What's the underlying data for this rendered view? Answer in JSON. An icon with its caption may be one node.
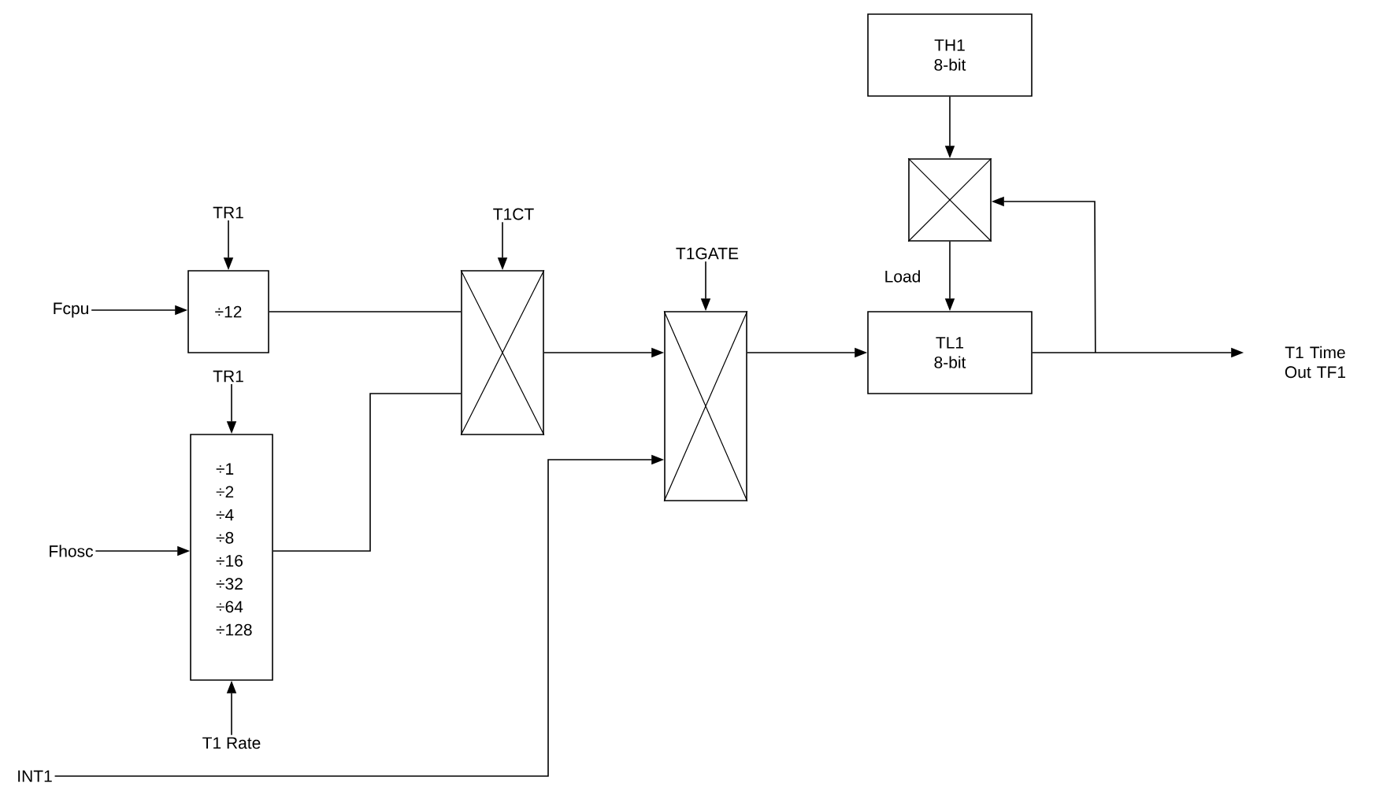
{
  "diagram": {
    "nodes": [
      {
        "text": [
          "Fcpu"
        ]
      },
      {
        "text": [
          "TR1"
        ]
      },
      {
        "text": [
          "÷12"
        ]
      },
      {
        "text": [
          "TR1"
        ]
      },
      {
        "text": [
          "÷1 ÷2 ÷4 ÷8 ÷16 ÷32 ÷64 ÷128"
        ]
      },
      {
        "text": [
          "Fhosc"
        ]
      },
      {
        "text": [
          "T1 Rate"
        ]
      },
      {
        "text": [
          "T1CT"
        ]
      },
      {
        "text": [],
        "shape": "box"
      },
      {
        "text": [
          "T1GATE"
        ]
      },
      {
        "text": [],
        "shape": "box"
      },
      {
        "text": [
          "INT1"
        ]
      },
      {
        "text": [
          "TH1 8-bit"
        ]
      },
      {
        "text": [],
        "shape": "box"
      },
      {
        "text": [
          "TL1 8-bit"
        ]
      },
      {
        "text": [
          "T1 Time Out TF1"
        ]
      }
    ],
    "edges": [
      {
        "from": 0,
        "to": 2,
        "arrow": "to"
      },
      {
        "from": 1,
        "to": 2,
        "arrow": "to"
      },
      {
        "from": 3,
        "to": 4,
        "arrow": "to"
      },
      {
        "from": 5,
        "to": 4,
        "arrow": "to"
      },
      {
        "from": 6,
        "to": 4,
        "arrow": "to"
      },
      {
        "from": 7,
        "to": 8,
        "arrow": "to"
      },
      {
        "from": 2,
        "to": 8,
        "arrow": "none"
      },
      {
        "from": 4,
        "to": 8,
        "arrow": "none"
      },
      {
        "from": 8,
        "to": 10,
        "arrow": "to"
      },
      {
        "from": 11,
        "to": 10,
        "arrow": "to"
      },
      {
        "from": 9,
        "to": 10,
        "arrow": "to"
      },
      {
        "from": 10,
        "to": 14,
        "arrow": "to"
      },
      {
        "from": 12,
        "to": 13,
        "arrow": "to"
      },
      {
        "from": 13,
        "to": 14,
        "arrow": "to",
        "label": "Load"
      },
      {
        "from": 14,
        "to": 15,
        "arrow": "to"
      },
      {
        "from": 14,
        "to": 13,
        "arrow": "to"
      }
    ]
  }
}
